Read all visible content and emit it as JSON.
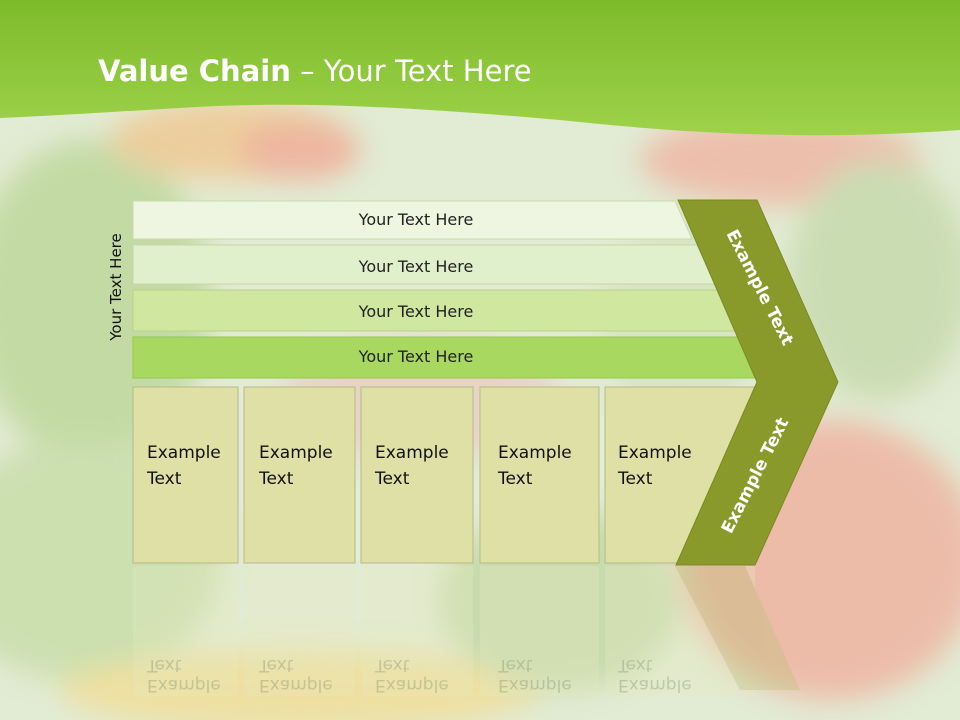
{
  "title": {
    "bold": "Value Chain",
    "rest": " – Your Text Here"
  },
  "side_label": "Your Text Here",
  "rows": [
    "Your Text Here",
    "Your Text Here",
    "Your Text Here",
    "Your Text Here"
  ],
  "boxes": [
    {
      "line1": "Example",
      "line2": "Text"
    },
    {
      "line1": "Example",
      "line2": "Text"
    },
    {
      "line1": "Example",
      "line2": "Text"
    },
    {
      "line1": "Example",
      "line2": "Text"
    },
    {
      "line1": "Example",
      "line2": "Text"
    }
  ],
  "chevron": {
    "upper": "Example Text",
    "lower": "Example Text"
  },
  "colors": {
    "header_green": "#8cc63f",
    "row_light": "#eef6e2",
    "row_mid": "#dcefc2",
    "row_strong": "#a8d860",
    "box_fill": "#dfe0a6",
    "chevron": "#8a9a2a"
  }
}
